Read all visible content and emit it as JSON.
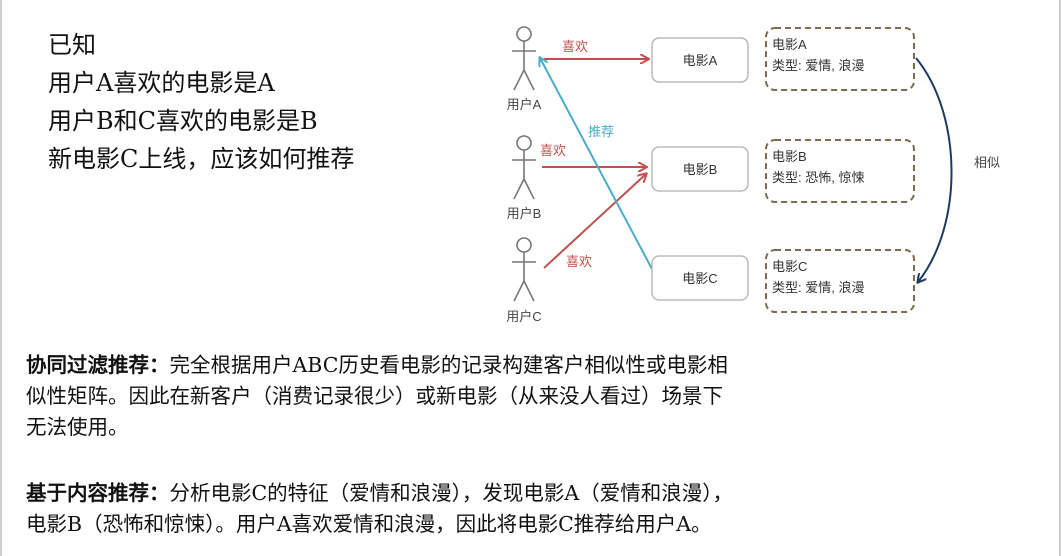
{
  "intro": {
    "line1": "已知",
    "line2": "用户A喜欢的电影是A",
    "line3": "用户B和C喜欢的电影是B",
    "line4": "新电影C上线，应该如何推荐"
  },
  "diagram": {
    "users": [
      {
        "label": "用户A"
      },
      {
        "label": "用户B"
      },
      {
        "label": "用户C"
      }
    ],
    "movies": [
      {
        "label": "电影A"
      },
      {
        "label": "电影B"
      },
      {
        "label": "电影C"
      }
    ],
    "details": [
      {
        "name": "电影A",
        "type": "类型: 爱情, 浪漫"
      },
      {
        "name": "电影B",
        "type": "类型: 恐怖, 惊悚"
      },
      {
        "name": "电影C",
        "type": "类型: 爱情, 浪漫"
      }
    ],
    "like_labels": [
      "喜欢",
      "喜欢",
      "喜欢"
    ],
    "recommend_label": "推荐",
    "similar_label": "相似",
    "colors": {
      "like_arrow": "#c0504d",
      "recommend_arrow": "#4bacc6",
      "similar_arrow": "#1f3a5f",
      "dashed_border": "#7f6a4f",
      "box_border": "#b0b0b0"
    }
  },
  "paragraphs": {
    "p1_title": "协同过滤推荐：",
    "p1_line1": "完全根据用户ABC历史看电影的记录构建客户相似性或电影相",
    "p1_line2": "似性矩阵。因此在新客户（消费记录很少）或新电影（从来没人看过）场景下",
    "p1_line3": "无法使用。",
    "p2_title": "基于内容推荐：",
    "p2_line1": "分析电影C的特征（爱情和浪漫），发现电影A（爱情和浪漫），",
    "p2_line2": "电影B（恐怖和惊悚）。用户A喜欢爱情和浪漫，因此将电影C推荐给用户A。"
  }
}
